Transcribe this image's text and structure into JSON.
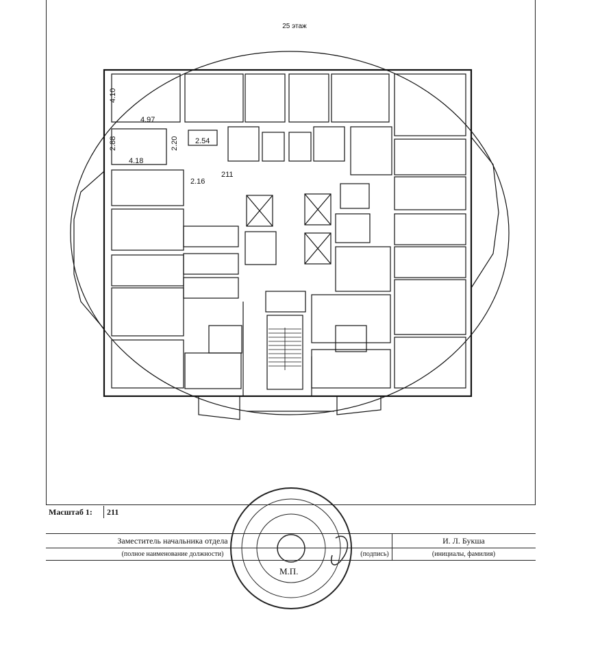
{
  "floor_label": "25 этаж",
  "dimensions": {
    "d1": "4.10",
    "d2": "4.97",
    "d3": "2.88",
    "d4": "2.20",
    "d5": "2.54",
    "d6": "4.18",
    "d7": "2.16",
    "d8": "211"
  },
  "scale": {
    "label": "Масштаб 1:",
    "value": "211"
  },
  "signature_table": {
    "position": "Заместитель начальника отдела",
    "position_caption": "(полное наименование должности)",
    "signature_caption": "(подпись)",
    "name": "И. Л. Букша",
    "name_caption": "(инициалы, фамилия)"
  },
  "stamp": {
    "mark": "М.П."
  }
}
